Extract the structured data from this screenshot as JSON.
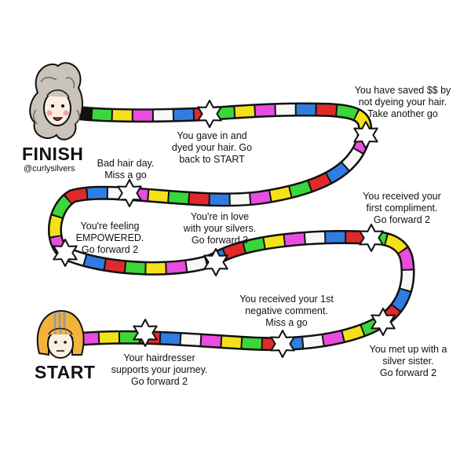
{
  "labels": {
    "finish": "FINISH",
    "handle": "@curlysilvers",
    "start": "START"
  },
  "squares": [
    {
      "id": "saved",
      "text": "You have saved $$ by\nnot dyeing your hair.\nTake another go"
    },
    {
      "id": "gave-in",
      "text": "You gave in and\ndyed your hair. Go\nback to START"
    },
    {
      "id": "bad-hair",
      "text": "Bad hair day.\nMiss a go"
    },
    {
      "id": "compliment",
      "text": "You received your\nfirst compliment.\nGo forward 2"
    },
    {
      "id": "love",
      "text": "You're in love\nwith your silvers.\nGo forward  3"
    },
    {
      "id": "empowered",
      "text": "You're feeling\nEMPOWERED.\nGo forward 2"
    },
    {
      "id": "negative",
      "text": "You received your 1st\nnegative comment.\nMiss a go"
    },
    {
      "id": "silver-sister",
      "text": "You met up with a\nsilver sister.\nGo forward 2"
    },
    {
      "id": "hairdresser",
      "text": "Your hairdresser\nsupports your journey.\nGo forward 2"
    }
  ],
  "colors": [
    "#e84de0",
    "#f5e11a",
    "#3ad63a",
    "#e02a2a",
    "#2f7de0",
    "#f7f7f7"
  ]
}
